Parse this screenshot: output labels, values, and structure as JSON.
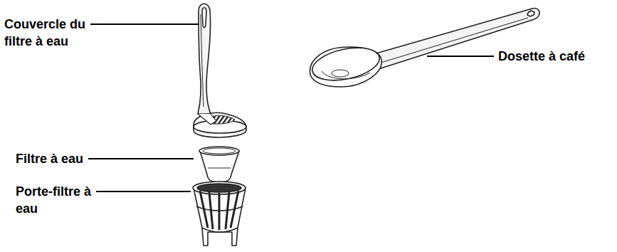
{
  "diagram": {
    "labels": [
      "Couvercle du filtre à eau",
      "Filtre à eau",
      "Porte-filtre à eau",
      "Dosette à café"
    ]
  }
}
